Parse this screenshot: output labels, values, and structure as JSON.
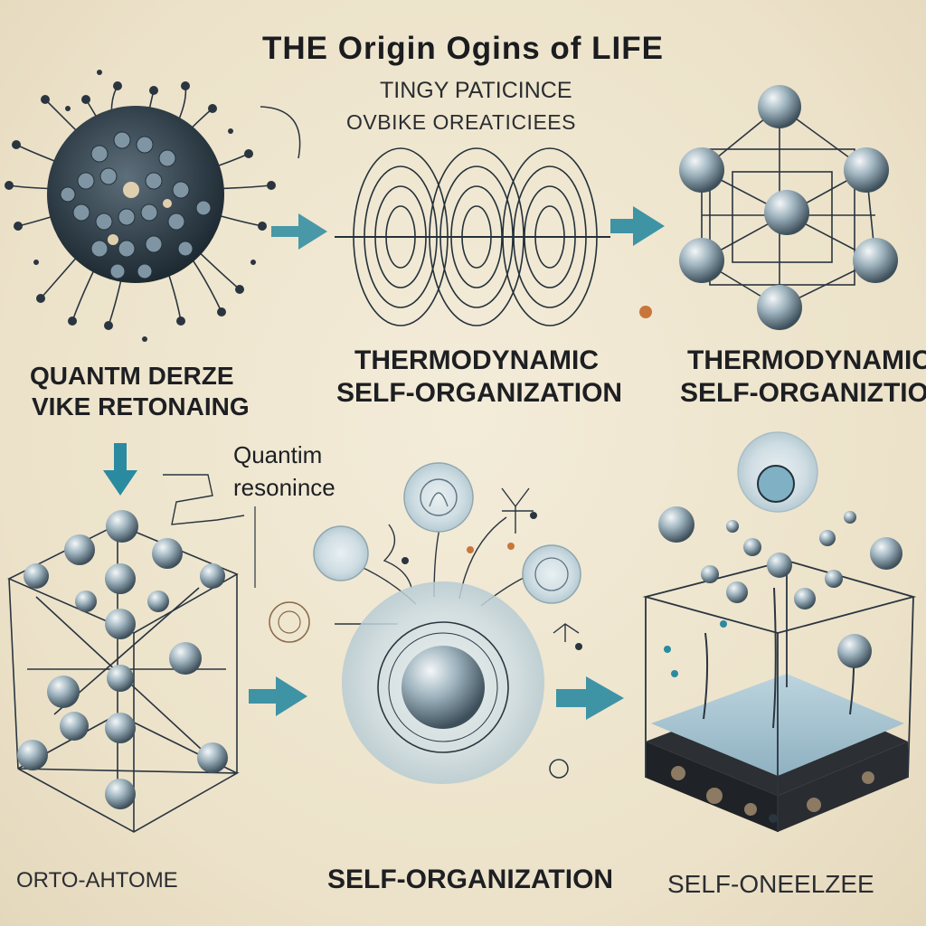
{
  "title": "THE Origin  Ogins of LIFE",
  "subtitle": {
    "line1": "TINGY PATICINCE",
    "line2": "OVBIKE OREATICIEES"
  },
  "panels": {
    "top_left": {
      "caption_line1": "QUANTM  DERZE",
      "caption_line2": "VIKE  RETONAING"
    },
    "top_middle": {
      "caption_line1": "THERMODYNAMIC",
      "caption_line2": "SELF-ORGANIZATION"
    },
    "top_right": {
      "caption_line1": "THERMODYNAMIC",
      "caption_line2": "SELF-ORGANIZTION"
    },
    "bottom_left": {
      "caption": "ORTO-AHTOME"
    },
    "bottom_middle": {
      "caption": "SELF-ORGANIZATION"
    },
    "bottom_right": {
      "caption": "SELF-ONEELZEE"
    }
  },
  "annotation": {
    "line1": "Quantim",
    "line2": "resonince"
  },
  "colors": {
    "background": "#efe6d0",
    "ink": "#1d1f22",
    "arrow_teal": "#2a8aa0",
    "sphere_blue": "#8fb3c4",
    "liquid_blue": "#a9c7d6",
    "accent_orange": "#c8763c"
  },
  "icons": [
    "arrow-right-icon",
    "arrow-down-icon",
    "atom-cluster-icon",
    "wave-icon",
    "lattice-icon",
    "bubble-icon",
    "container-icon"
  ]
}
